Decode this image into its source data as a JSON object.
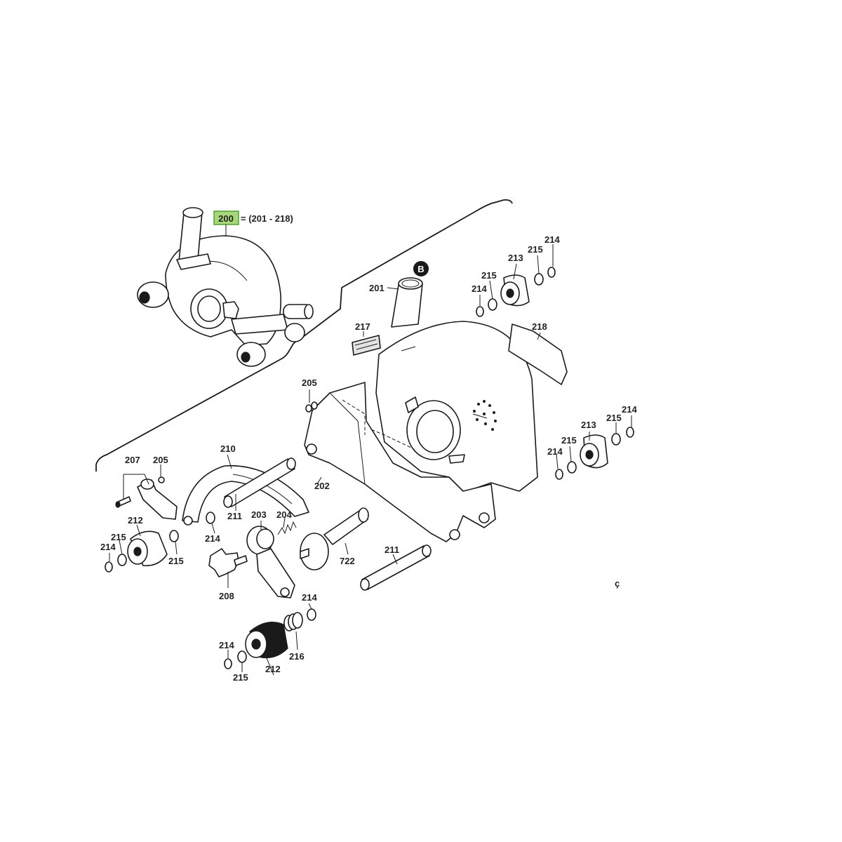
{
  "assembly": {
    "number": "200",
    "range_text": "= (201 - 218)",
    "highlight_color": "#a8d67a",
    "highlight_border": "#4a9a2a"
  },
  "marker": {
    "letter": "B"
  },
  "labels": {
    "p201": "201",
    "p202": "202",
    "p203": "203",
    "p204": "204",
    "p205a": "205",
    "p205b": "205",
    "p207": "207",
    "p208": "208",
    "p210": "210",
    "p211a": "211",
    "p211b": "211",
    "p212a": "212",
    "p212b": "212",
    "p213a": "213",
    "p213b": "213",
    "p214a": "214",
    "p214b": "214",
    "p214c": "214",
    "p214d": "214",
    "p214e": "214",
    "p214f": "214",
    "p214g": "214",
    "p215a": "215",
    "p215b": "215",
    "p215c": "215",
    "p215d": "215",
    "p215e": "215",
    "p216": "216",
    "p217": "217",
    "p218": "218",
    "p722": "722"
  },
  "edge_fragment": "ç"
}
